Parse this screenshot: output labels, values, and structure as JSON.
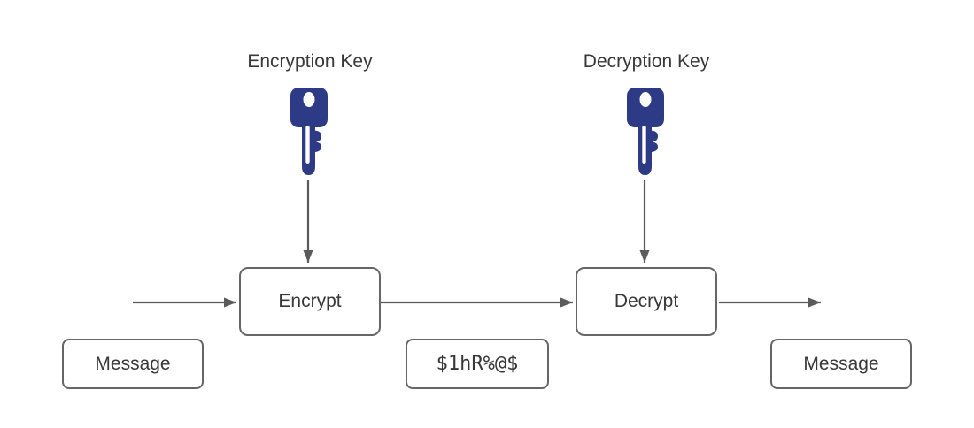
{
  "diagram": {
    "title_implied": "Symmetric encryption flow",
    "labels": {
      "encryption_key": "Encryption Key",
      "decryption_key": "Decryption Key"
    },
    "nodes": {
      "encrypt": "Encrypt",
      "decrypt": "Decrypt",
      "message_left": "Message",
      "ciphertext": "$1hR%@$",
      "message_right": "Message"
    },
    "icons": [
      {
        "name": "encryption-key-icon",
        "glyph": "key",
        "color": "#2d3a85"
      },
      {
        "name": "decryption-key-icon",
        "glyph": "key",
        "color": "#2d3a85"
      }
    ],
    "arrows": [
      {
        "name": "encryption-key-arrow",
        "from": "encryption-key-icon",
        "to": "encrypt",
        "direction": "down"
      },
      {
        "name": "decryption-key-arrow",
        "from": "decryption-key-icon",
        "to": "decrypt",
        "direction": "down"
      },
      {
        "name": "arrow-into-encrypt",
        "from": "left-edge",
        "to": "encrypt",
        "direction": "right"
      },
      {
        "name": "arrow-encrypt-to-decrypt",
        "from": "encrypt",
        "to": "decrypt",
        "direction": "right"
      },
      {
        "name": "arrow-out-of-decrypt",
        "from": "decrypt",
        "to": "right-edge",
        "direction": "right"
      }
    ],
    "colors": {
      "key_fill": "#2d3a85",
      "box_border": "#666666",
      "arrow": "#5b5b5b",
      "text": "#383838",
      "diagram_bg": "#ffffff"
    }
  }
}
